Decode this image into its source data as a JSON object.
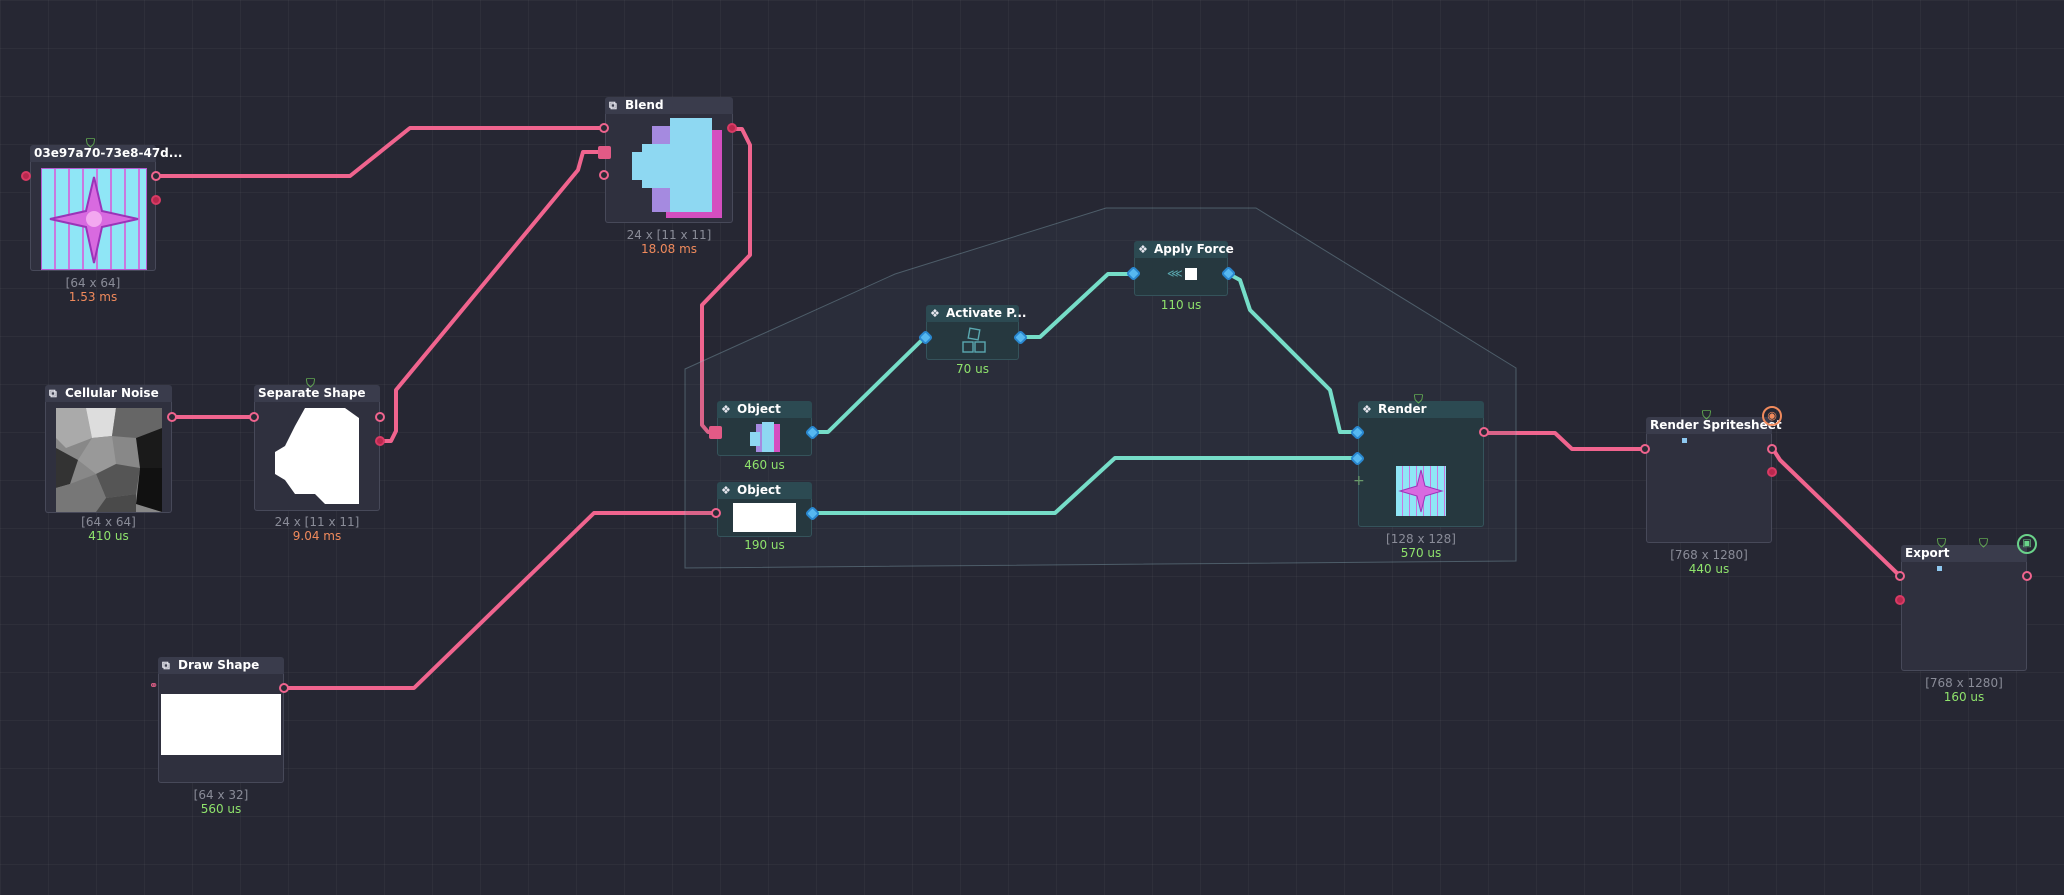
{
  "nodes": {
    "image": {
      "title": "03e97a70-73e8-47d...",
      "size": "[64 x 64]",
      "time": "1.53 ms"
    },
    "blend": {
      "title": "Blend",
      "size": "24 x [11 x 11]",
      "time": "18.08 ms"
    },
    "cellular_noise": {
      "title": "Cellular Noise",
      "size": "[64 x 64]",
      "time": "410 us"
    },
    "separate_shape": {
      "title": "Separate Shape",
      "size": "24 x [11 x 11]",
      "time": "9.04 ms"
    },
    "draw_shape": {
      "title": "Draw Shape",
      "size": "[64 x 32]",
      "time": "560 us"
    },
    "object_1": {
      "title": "Object",
      "time": "460 us"
    },
    "object_2": {
      "title": "Object",
      "time": "190 us"
    },
    "activate": {
      "title": "Activate P...",
      "time": "70 us"
    },
    "apply_force": {
      "title": "Apply Force",
      "time": "110 us"
    },
    "render": {
      "title": "Render",
      "size": "[128 x 128]",
      "time": "570 us"
    },
    "render_spritesheet": {
      "title": "Render Spritesheet",
      "size": "[768 x 1280]",
      "time": "440 us"
    },
    "export": {
      "title": "Export",
      "size": "[768 x 1280]",
      "time": "160 us"
    }
  },
  "icons": {
    "node_title": "stacked-frames-icon",
    "particle": "particle-cubes-icon",
    "preview_eye": "eye-icon",
    "shield": "shield-icon",
    "add": "plus-icon",
    "export_badge": "save-badge-icon"
  },
  "colors": {
    "canvas": "#262733",
    "image_wire": "#f0648e",
    "particle_wire": "#7ef1d6",
    "time_fast": "#8fe36c",
    "time_slow": "#f08a5c"
  }
}
